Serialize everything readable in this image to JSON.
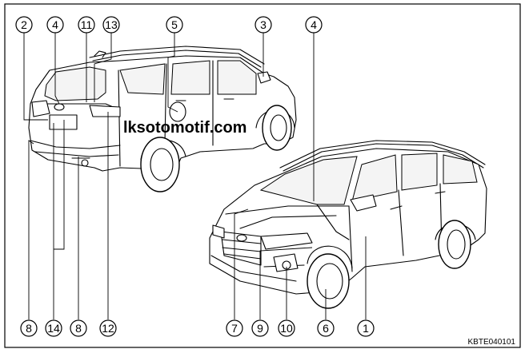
{
  "watermark": "lksotomotif.com",
  "figure_code": "KBTE040101",
  "callouts_top": [
    "2",
    "4",
    "11",
    "13",
    "5",
    "3",
    "4"
  ],
  "callouts_bottom": [
    "8",
    "14",
    "8",
    "12",
    "7",
    "9",
    "10",
    "6",
    "1"
  ]
}
